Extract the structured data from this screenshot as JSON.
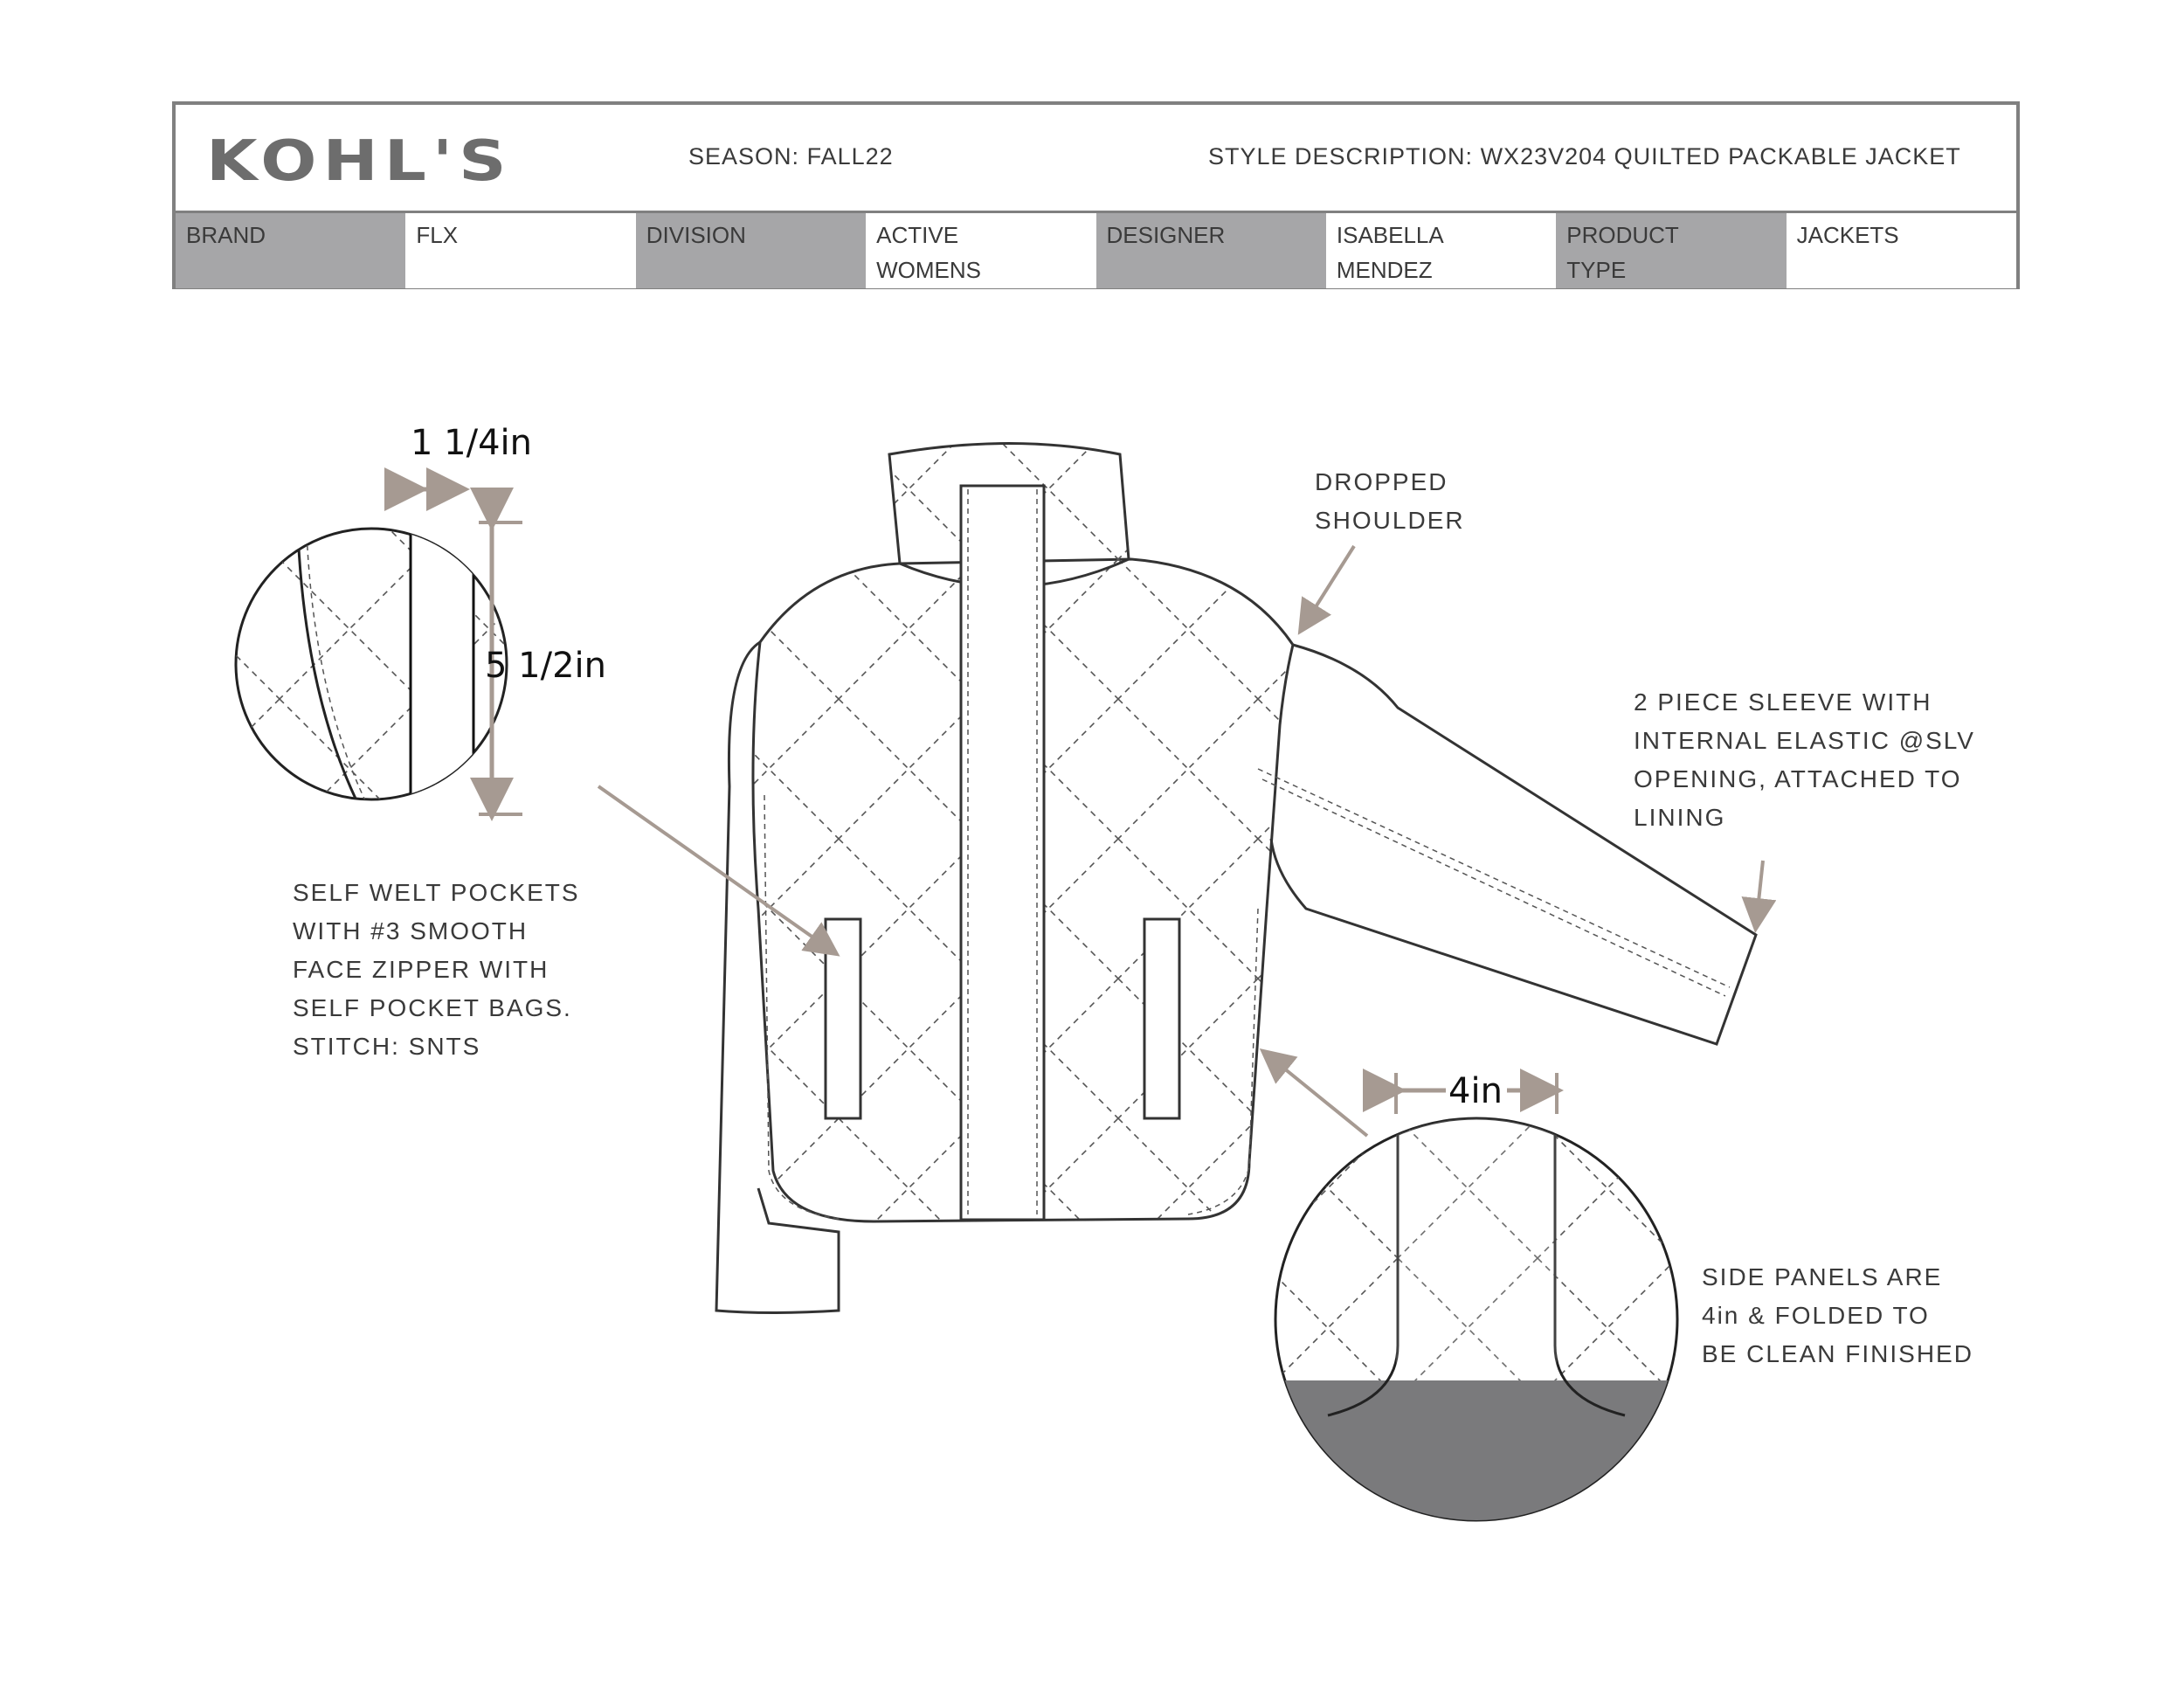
{
  "header": {
    "logo": "KOHL'S",
    "season_label": "SEASON:",
    "season_value": "FALL22",
    "style_label": "STYLE DESCRIPTION:",
    "style_value": "WX23V204 QUILTED PACKABLE JACKET",
    "fields": [
      {
        "label": "BRAND",
        "value": "FLX"
      },
      {
        "label": "DIVISION",
        "value": "ACTIVE\nWOMENS"
      },
      {
        "label": "DESIGNER",
        "value": "ISABELLA\nMENDEZ"
      },
      {
        "label": "PRODUCT\nTYPE",
        "value": "JACKETS"
      }
    ]
  },
  "callouts": {
    "pocket_note": "SELF WELT POCKETS\nWITH #3 SMOOTH\nFACE ZIPPER WITH\nSELF POCKET BAGS.\nSTITCH: SNTS",
    "shoulder_note": "DROPPED\nSHOULDER",
    "sleeve_note": "2 PIECE SLEEVE WITH\nINTERNAL ELASTIC @SLV\nOPENING, ATTACHED TO\nLINING",
    "side_panel_note": "SIDE PANELS ARE\n4in & FOLDED TO\nBE CLEAN FINISHED"
  },
  "dimensions": {
    "pocket_width": "1 1/4in",
    "pocket_length": "5 1/2in",
    "side_panel_width": "4in"
  },
  "colors": {
    "header_gray": "#a6a6a8",
    "border_gray": "#808080",
    "arrow_taupe": "#a69a92",
    "panel_fill": "#7a7a7c"
  }
}
